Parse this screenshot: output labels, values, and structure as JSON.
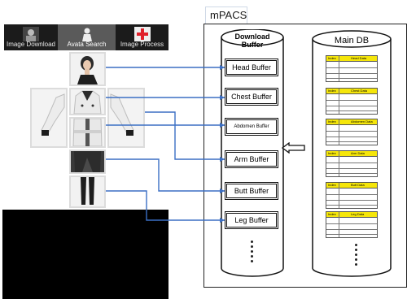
{
  "tabs": [
    {
      "label": "Image Download",
      "icon": "patient-photo-icon"
    },
    {
      "label": "Avata Search",
      "icon": "person-silhouette-icon",
      "active": true
    },
    {
      "label": "Image Process",
      "icon": "red-cross-icon"
    }
  ],
  "body_parts": [
    "head",
    "chest",
    "left-arm",
    "right-arm",
    "abdomen",
    "butt",
    "leg"
  ],
  "mpacs": {
    "label": "mPACS",
    "buffer_title": "Download\nBuffer",
    "buffers": [
      "Head Buffer",
      "Chest Buffer",
      "Abdomen Buffer",
      "Arm Buffer",
      "Butt Buffer",
      "Leg Buffer"
    ],
    "db_title": "Main DB",
    "db_tables": [
      {
        "c1": "Index",
        "c2": "Head Data"
      },
      {
        "c1": "Index",
        "c2": "Chest Data"
      },
      {
        "c1": "Index",
        "c2": "Abdomen Data"
      },
      {
        "c1": "Index",
        "c2": "Arm Data"
      },
      {
        "c1": "Index",
        "c2": "Butt Data"
      },
      {
        "c1": "Index",
        "c2": "Leg Data"
      }
    ]
  },
  "colors": {
    "connector": "#3b6fc4",
    "highlight": "#f5e60a",
    "tab_bar": "#1b1b1b"
  }
}
